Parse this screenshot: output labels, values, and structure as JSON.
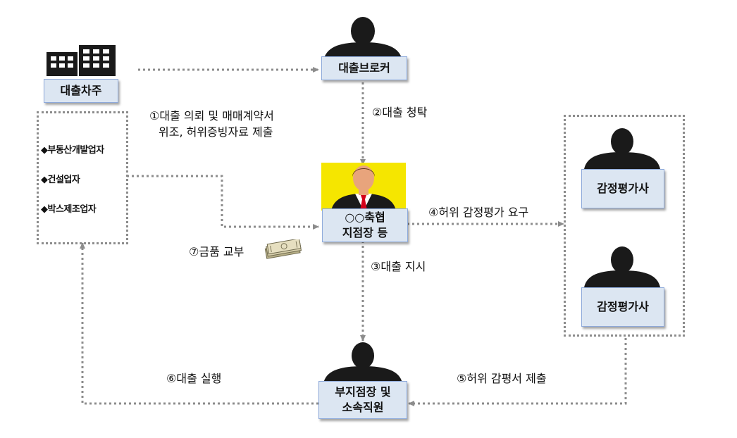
{
  "nodes": {
    "borrower": "대출차주",
    "broker": "대출브로커",
    "branch_line1": "○○축협",
    "branch_line2": "지점장 등",
    "appraiser_top": "감정평가사",
    "appraiser_bottom": "감정평가사",
    "staff_line1": "부지점장 및",
    "staff_line2": "소속직원"
  },
  "borrower_types": [
    "◆부동산개발업자",
    "◆건설업자",
    "◆박스제조업자"
  ],
  "steps": {
    "s1_line1": "①대출 의뢰 및 매매계약서",
    "s1_line2": "위조, 허위증빙자료 제출",
    "s2": "②대출 청탁",
    "s3": "③대출 지시",
    "s4": "④허위 감정평가 요구",
    "s5": "⑤허위 감평서 제출",
    "s6": "⑥대출 실행",
    "s7": "⑦금품 교부"
  },
  "icons": {
    "building": "building-icon",
    "person": "person-silhouette-icon",
    "manager": "manager-portrait-icon",
    "money": "cash-bundle-icon"
  },
  "colors": {
    "label_fill": "#dce6f2",
    "label_border": "#8eaadb",
    "connector": "#8c8c8c",
    "silhouette": "#1a1a1a",
    "portrait_bg": "#f5e600",
    "tie": "#d4001a"
  }
}
